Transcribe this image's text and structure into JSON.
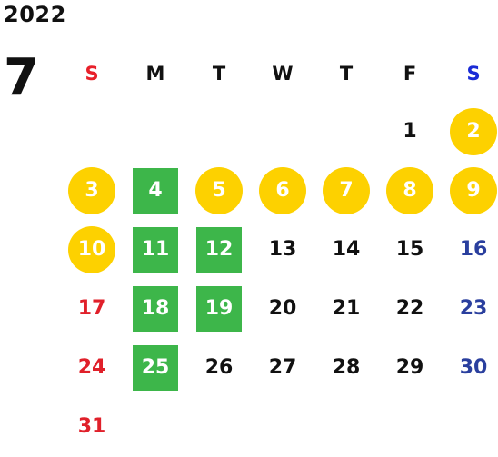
{
  "year": "2022",
  "month": "7",
  "weekdays": [
    "S",
    "M",
    "T",
    "W",
    "T",
    "F",
    "S"
  ],
  "weeks": [
    [
      {
        "day": "",
        "style": "empty"
      },
      {
        "day": "",
        "style": "empty"
      },
      {
        "day": "",
        "style": "empty"
      },
      {
        "day": "",
        "style": "empty"
      },
      {
        "day": "",
        "style": "empty"
      },
      {
        "day": "1",
        "style": "plain"
      },
      {
        "day": "2",
        "style": "holiday"
      }
    ],
    [
      {
        "day": "3",
        "style": "holiday"
      },
      {
        "day": "4",
        "style": "green"
      },
      {
        "day": "5",
        "style": "holiday"
      },
      {
        "day": "6",
        "style": "holiday"
      },
      {
        "day": "7",
        "style": "holiday"
      },
      {
        "day": "8",
        "style": "holiday"
      },
      {
        "day": "9",
        "style": "holiday"
      }
    ],
    [
      {
        "day": "10",
        "style": "holiday"
      },
      {
        "day": "11",
        "style": "green"
      },
      {
        "day": "12",
        "style": "green"
      },
      {
        "day": "13",
        "style": "plain"
      },
      {
        "day": "14",
        "style": "plain"
      },
      {
        "day": "15",
        "style": "plain"
      },
      {
        "day": "16",
        "style": "plain"
      }
    ],
    [
      {
        "day": "17",
        "style": "plain"
      },
      {
        "day": "18",
        "style": "green"
      },
      {
        "day": "19",
        "style": "green"
      },
      {
        "day": "20",
        "style": "plain"
      },
      {
        "day": "21",
        "style": "plain"
      },
      {
        "day": "22",
        "style": "plain"
      },
      {
        "day": "23",
        "style": "plain"
      }
    ],
    [
      {
        "day": "24",
        "style": "plain"
      },
      {
        "day": "25",
        "style": "green"
      },
      {
        "day": "26",
        "style": "plain"
      },
      {
        "day": "27",
        "style": "plain"
      },
      {
        "day": "28",
        "style": "plain"
      },
      {
        "day": "29",
        "style": "plain"
      },
      {
        "day": "30",
        "style": "plain"
      }
    ],
    [
      {
        "day": "31",
        "style": "plain"
      },
      {
        "day": "",
        "style": "empty"
      },
      {
        "day": "",
        "style": "empty"
      },
      {
        "day": "",
        "style": "empty"
      },
      {
        "day": "",
        "style": "empty"
      },
      {
        "day": "",
        "style": "empty"
      },
      {
        "day": "",
        "style": "empty"
      }
    ]
  ],
  "colors": {
    "holiday_circle": "#fdd100",
    "green_square": "#3db64a",
    "sunday_text": "#e0202a",
    "saturday_text": "#2a3f9e",
    "sunday_header": "#e8202a",
    "saturday_header": "#1a2bd6"
  }
}
